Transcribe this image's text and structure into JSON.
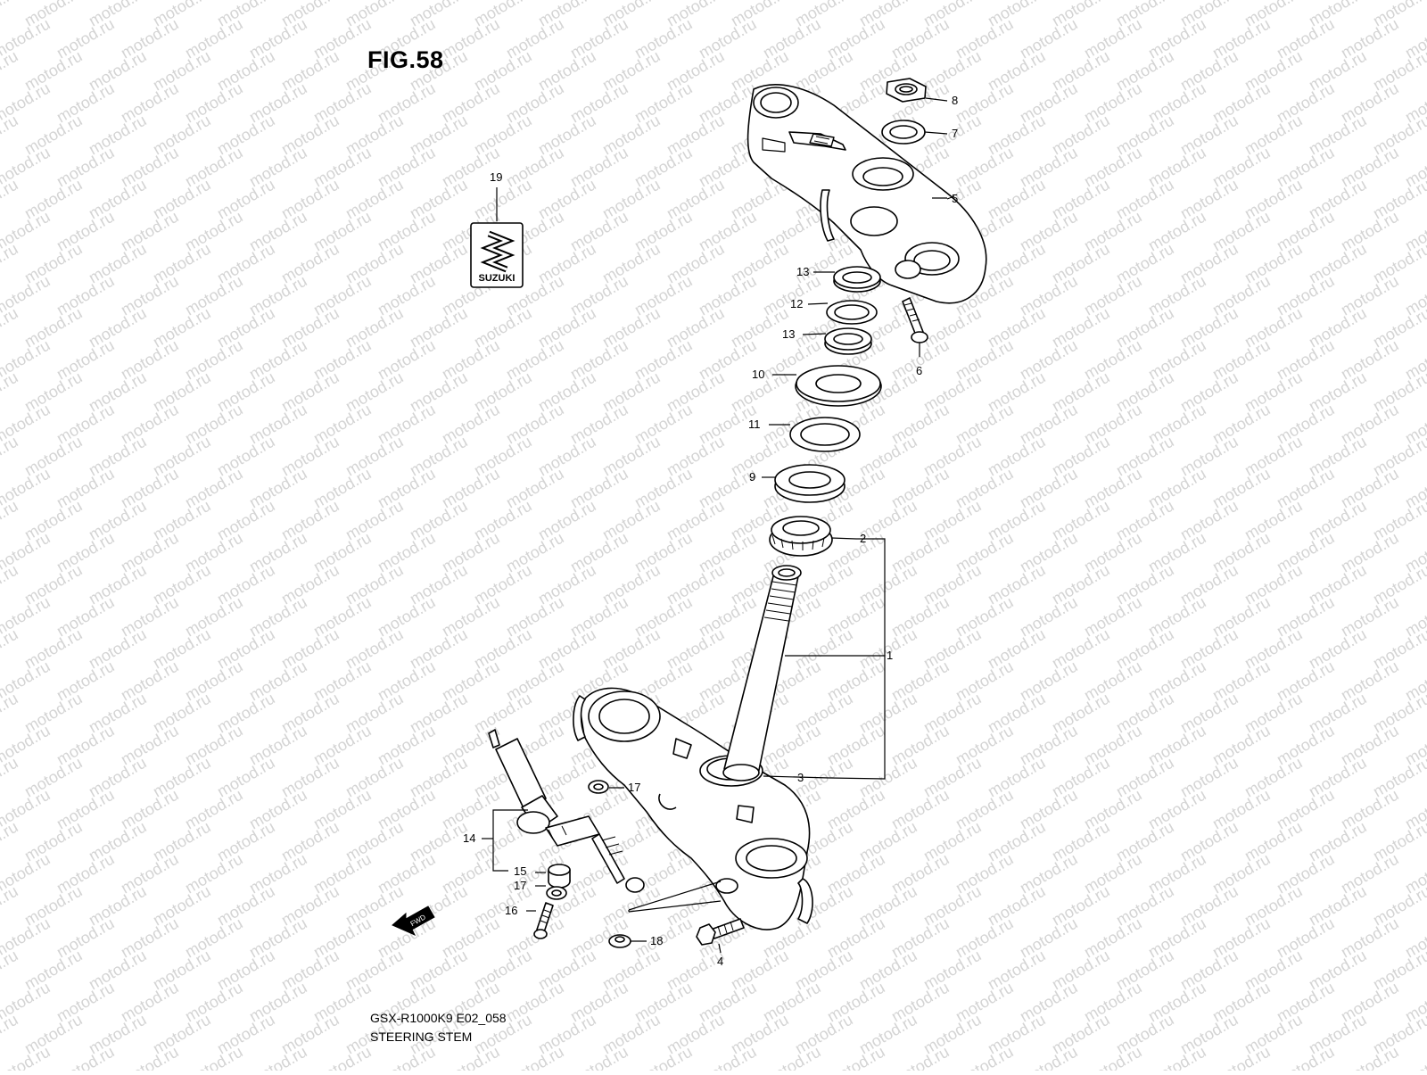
{
  "figure": {
    "title": "FIG.58",
    "model_code": "GSX-R1000K9 E02_058",
    "section_name": "STEERING STEM",
    "watermark": "motod.ru",
    "badge_text": "SUZUKI",
    "fwd_text": "FWD"
  },
  "callouts": [
    {
      "id": "1",
      "label": "1"
    },
    {
      "id": "2",
      "label": "2"
    },
    {
      "id": "3",
      "label": "3"
    },
    {
      "id": "4",
      "label": "4"
    },
    {
      "id": "5",
      "label": "5"
    },
    {
      "id": "6",
      "label": "6"
    },
    {
      "id": "7",
      "label": "7"
    },
    {
      "id": "8",
      "label": "8"
    },
    {
      "id": "9",
      "label": "9"
    },
    {
      "id": "10",
      "label": "10"
    },
    {
      "id": "11",
      "label": "11"
    },
    {
      "id": "12",
      "label": "12"
    },
    {
      "id": "13a",
      "label": "13"
    },
    {
      "id": "13b",
      "label": "13"
    },
    {
      "id": "14",
      "label": "14"
    },
    {
      "id": "15",
      "label": "15"
    },
    {
      "id": "16",
      "label": "16"
    },
    {
      "id": "17a",
      "label": "17"
    },
    {
      "id": "17b",
      "label": "17"
    },
    {
      "id": "18",
      "label": "18"
    },
    {
      "id": "19",
      "label": "19"
    }
  ],
  "colors": {
    "ink": "#000000",
    "watermark": "#d4d4d4",
    "paper": "#ffffff"
  }
}
